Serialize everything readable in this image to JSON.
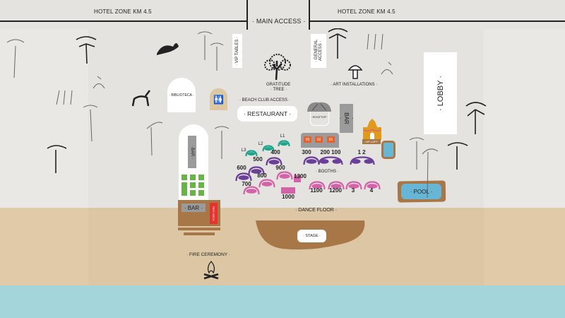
{
  "roads": {
    "left_label": "HOTEL ZONE KM 4.5",
    "right_label": "HOTEL ZONE KM 4.5",
    "main_access": "· MAIN ACCESS ·"
  },
  "areas": {
    "vip_tables": "· VIP TABLES ·",
    "general_access": "· GENERAL ACCESS ·",
    "gratitude_tree": "GRATITUDE",
    "gratitude_tree_2": "· TREE ·",
    "art_installations": "· ART INSTALLATIONS ·",
    "lobby": "· LOBBY ·",
    "biblioteca": "· BIBLIOTECA ·",
    "beach_club_access": "· BEACH CLUB ACCESS ·",
    "restaurant": "· RESTAURANT ·",
    "rooftop": "· ROOFTOP ·",
    "bar_main": "· BAR ·",
    "bar_tall": "· BAR ·",
    "bar_beach": "· BAR ·",
    "red_deck": "RED DECK",
    "vip_loft": "· VIP LOFT ·",
    "pool": "· POOL ·",
    "booths": "· BOOTHS ·",
    "dance_floor": "· DANCE FLOOR ·",
    "stage": "· STAGE ·",
    "fire_ceremony": "· FIRE CEREMONY ·"
  },
  "cabanas": [
    "03",
    "02",
    "01"
  ],
  "colors": {
    "teal": "#1fa58e",
    "purple": "#6b3f98",
    "pink": "#d462a8",
    "orange": "#e8612c",
    "brown": "#a87748",
    "green": "#66b546"
  },
  "booths": [
    {
      "label": "L1",
      "type": "teal"
    },
    {
      "label": "L2",
      "type": "teal"
    },
    {
      "label": "L3",
      "type": "teal"
    },
    {
      "label": "400",
      "type": "purple"
    },
    {
      "label": "500",
      "type": "purple"
    },
    {
      "label": "600",
      "type": "purple"
    },
    {
      "label": "300",
      "type": "purple"
    },
    {
      "label": "200 100",
      "type": "purple"
    },
    {
      "label": "1 2",
      "type": "purple"
    },
    {
      "label": "900",
      "type": "pink"
    },
    {
      "label": "800",
      "type": "pink"
    },
    {
      "label": "700",
      "type": "pink"
    },
    {
      "label": "1100",
      "type": "pink"
    },
    {
      "label": "1200",
      "type": "pink"
    },
    {
      "label": "3",
      "type": "pink"
    },
    {
      "label": "4",
      "type": "pink"
    },
    {
      "label": "1300",
      "type": "pink-square"
    },
    {
      "label": "1000",
      "type": "pink-rect"
    }
  ]
}
